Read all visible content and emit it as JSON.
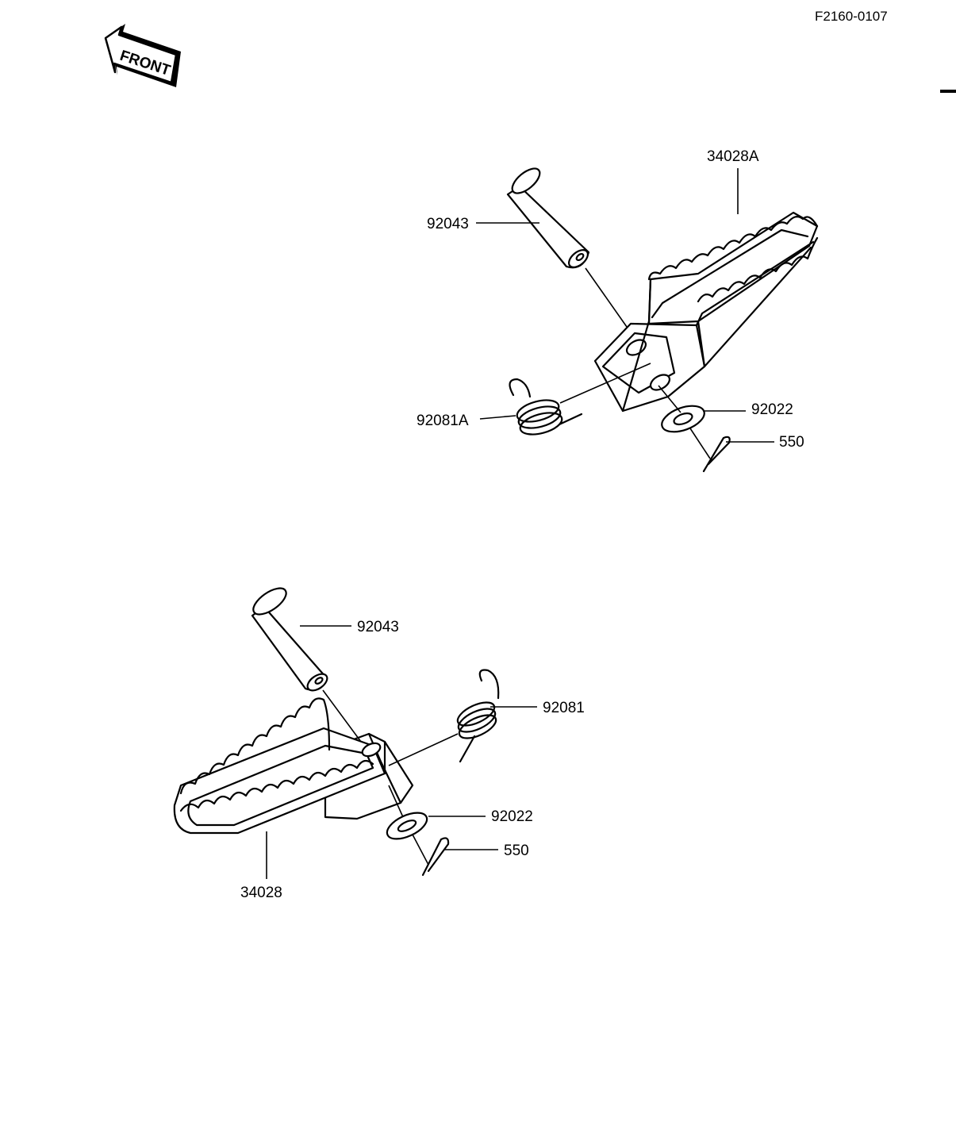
{
  "figure_code": "F2160-0107",
  "front_arrow": {
    "label": "FRONT",
    "icon": "front-arrow-icon"
  },
  "upper_assembly": {
    "labels": {
      "footpeg": "34028A",
      "pin": "92043",
      "spring": "92081A",
      "washer": "92022",
      "cotter_pin": "550"
    }
  },
  "lower_assembly": {
    "labels": {
      "footpeg": "34028",
      "pin": "92043",
      "spring": "92081",
      "washer": "92022",
      "cotter_pin": "550"
    }
  }
}
